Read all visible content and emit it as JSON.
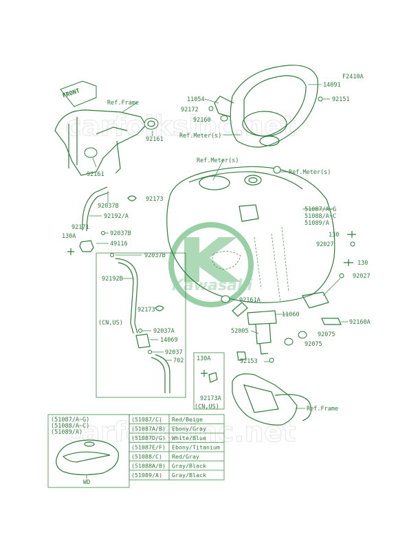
{
  "figure_code": "F2410A",
  "front_label": "FRONT",
  "watermark_brand": "Kawasaki",
  "watermark_site": "carfolksinc.net",
  "watermark_site_2": "carfolksinc.net",
  "part_labels": {
    "p14091": "14091",
    "p92151": "92151",
    "p11054": "11054",
    "p92172": "92172",
    "p92160": "92160",
    "ref_meter_1": "Ref.Meter(s)",
    "ref_frame_1": "Ref.Frame",
    "p92161_a": "92161",
    "p92161_b": "92161",
    "ref_meter_2": "Ref.Meter(s)",
    "ref_meter_3": "Ref.Meter(s)",
    "p92037B_a": "92037B",
    "p92173_a": "92173",
    "p92192A": "92192/A",
    "p92171": "92171",
    "p130A_a": "130A",
    "p92037B_b": "92037B",
    "p49116": "49116",
    "p92037B_c": "92037B",
    "p92192B": "92192B",
    "p51087": "51087/A~G",
    "p51088": "51088/A~C",
    "p51089": "51089/A",
    "p130_a": "130",
    "p92027_a": "92027",
    "p130_b": "130",
    "p92027_b": "92027",
    "p92161A": "92161A",
    "p11060": "11060",
    "p92173_b": "92173",
    "p92160A": "92160A",
    "cn_us_1": "(CN,US)",
    "p92037A": "92037A",
    "p14069": "14069",
    "p52005": "52005",
    "p92075_a": "92075",
    "p92075_b": "92075",
    "p92037": "92037",
    "p702": "702",
    "p92153": "92153",
    "p130A_b": "130A",
    "p92173A": "92173A",
    "cn_us_2": "(CN,US)",
    "ref_frame_2": "Ref.Frame"
  },
  "inset": {
    "header_lines": [
      "(51087/A~G)",
      "(51088/A~C)",
      "(51089/A)"
    ],
    "caption": "WD"
  },
  "color_table": {
    "rows": [
      {
        "part": "(51087/C)",
        "color": "Red/Beige"
      },
      {
        "part": "(51087A/B)",
        "color": "Ebony/Gray"
      },
      {
        "part": "(51087D/G)",
        "color": "White/Blue"
      },
      {
        "part": "(51087E/F)",
        "color": "Ebony/Titanium"
      },
      {
        "part": "(51088/C)",
        "color": "Red/Gray"
      },
      {
        "part": "(51088A/B)",
        "color": "Gray/Black"
      },
      {
        "part": "(51089/A)",
        "color": "Gray/Black"
      }
    ]
  }
}
